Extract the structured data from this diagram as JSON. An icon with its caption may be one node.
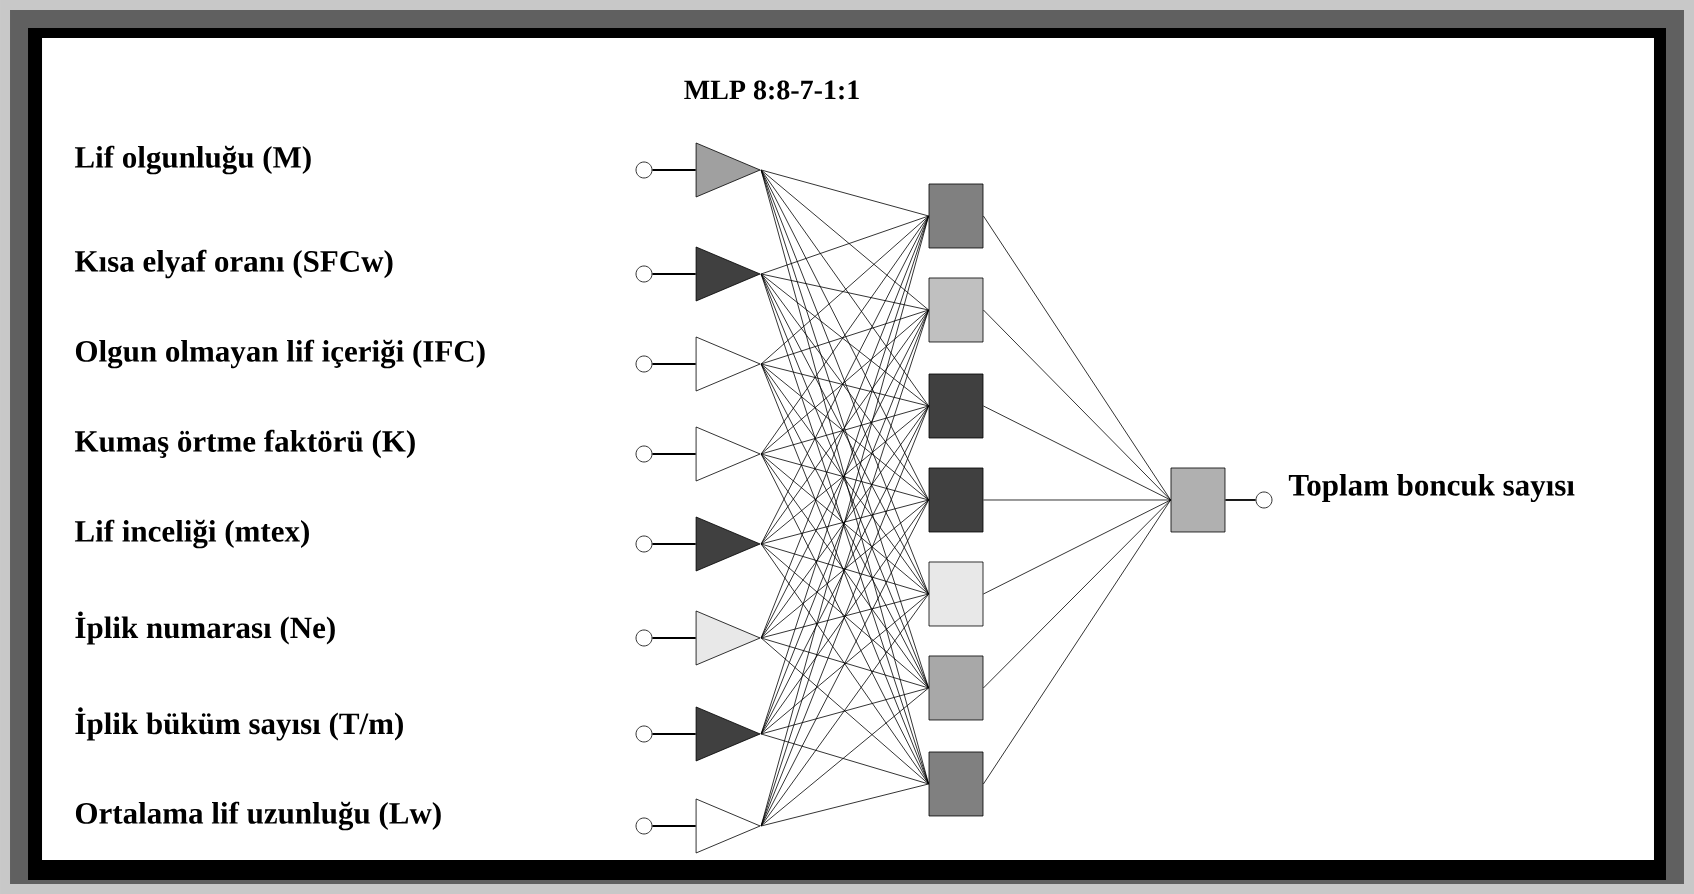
{
  "diagram": {
    "title": "MLP 8:8-7-1:1",
    "nodes": [
      {
        "text": [],
        "shape": "circle"
      },
      {
        "text": [],
        "shape": "circle"
      },
      {
        "text": [],
        "shape": "circle"
      },
      {
        "text": [],
        "shape": "circle"
      },
      {
        "text": [],
        "shape": "circle"
      },
      {
        "text": [],
        "shape": "circle"
      },
      {
        "text": [],
        "shape": "circle"
      },
      {
        "text": [],
        "shape": "circle"
      },
      {
        "text": [],
        "shape": "triangle"
      },
      {
        "text": [],
        "shape": "triangle"
      },
      {
        "text": [],
        "shape": "triangle"
      },
      {
        "text": [],
        "shape": "triangle"
      },
      {
        "text": [],
        "shape": "triangle"
      },
      {
        "text": [],
        "shape": "triangle"
      },
      {
        "text": [],
        "shape": "triangle"
      },
      {
        "text": [],
        "shape": "triangle"
      },
      {
        "text": [],
        "shape": "box"
      },
      {
        "text": [],
        "shape": "box"
      },
      {
        "text": [],
        "shape": "box"
      },
      {
        "text": [],
        "shape": "box"
      },
      {
        "text": [],
        "shape": "box"
      },
      {
        "text": [],
        "shape": "box"
      },
      {
        "text": [],
        "shape": "box"
      },
      {
        "text": [],
        "shape": "box"
      },
      {
        "text": [],
        "shape": "circle",
        "beside": [
          "Toplam boncuk sayısı"
        ]
      }
    ],
    "edges": [
      {
        "from": 0,
        "to": 8,
        "arrow": "none"
      },
      {
        "from": 1,
        "to": 9,
        "arrow": "none"
      },
      {
        "from": 2,
        "to": 10,
        "arrow": "none"
      },
      {
        "from": 3,
        "to": 11,
        "arrow": "none"
      },
      {
        "from": 4,
        "to": 12,
        "arrow": "none"
      },
      {
        "from": 5,
        "to": 13,
        "arrow": "none"
      },
      {
        "from": 6,
        "to": 14,
        "arrow": "none"
      },
      {
        "from": 7,
        "to": 15,
        "arrow": "none"
      },
      {
        "from": 8,
        "to": 16,
        "arrow": "none"
      },
      {
        "from": 8,
        "to": 17,
        "arrow": "none"
      },
      {
        "from": 8,
        "to": 18,
        "arrow": "none"
      },
      {
        "from": 8,
        "to": 19,
        "arrow": "none"
      },
      {
        "from": 8,
        "to": 20,
        "arrow": "none"
      },
      {
        "from": 8,
        "to": 21,
        "arrow": "none"
      },
      {
        "from": 8,
        "to": 22,
        "arrow": "none"
      },
      {
        "from": 9,
        "to": 16,
        "arrow": "none"
      },
      {
        "from": 9,
        "to": 17,
        "arrow": "none"
      },
      {
        "from": 9,
        "to": 18,
        "arrow": "none"
      },
      {
        "from": 9,
        "to": 19,
        "arrow": "none"
      },
      {
        "from": 9,
        "to": 20,
        "arrow": "none"
      },
      {
        "from": 9,
        "to": 21,
        "arrow": "none"
      },
      {
        "from": 9,
        "to": 22,
        "arrow": "none"
      },
      {
        "from": 10,
        "to": 16,
        "arrow": "none"
      },
      {
        "from": 10,
        "to": 17,
        "arrow": "none"
      },
      {
        "from": 10,
        "to": 18,
        "arrow": "none"
      },
      {
        "from": 10,
        "to": 19,
        "arrow": "none"
      },
      {
        "from": 10,
        "to": 20,
        "arrow": "none"
      },
      {
        "from": 10,
        "to": 21,
        "arrow": "none"
      },
      {
        "from": 10,
        "to": 22,
        "arrow": "none"
      },
      {
        "from": 11,
        "to": 16,
        "arrow": "none"
      },
      {
        "from": 11,
        "to": 17,
        "arrow": "none"
      },
      {
        "from": 11,
        "to": 18,
        "arrow": "none"
      },
      {
        "from": 11,
        "to": 19,
        "arrow": "none"
      },
      {
        "from": 11,
        "to": 20,
        "arrow": "none"
      },
      {
        "from": 11,
        "to": 21,
        "arrow": "none"
      },
      {
        "from": 11,
        "to": 22,
        "arrow": "none"
      },
      {
        "from": 12,
        "to": 16,
        "arrow": "none"
      },
      {
        "from": 12,
        "to": 17,
        "arrow": "none"
      },
      {
        "from": 12,
        "to": 18,
        "arrow": "none"
      },
      {
        "from": 12,
        "to": 19,
        "arrow": "none"
      },
      {
        "from": 12,
        "to": 20,
        "arrow": "none"
      },
      {
        "from": 12,
        "to": 21,
        "arrow": "none"
      },
      {
        "from": 12,
        "to": 22,
        "arrow": "none"
      },
      {
        "from": 13,
        "to": 16,
        "arrow": "none"
      },
      {
        "from": 13,
        "to": 17,
        "arrow": "none"
      },
      {
        "from": 13,
        "to": 18,
        "arrow": "none"
      },
      {
        "from": 13,
        "to": 19,
        "arrow": "none"
      },
      {
        "from": 13,
        "to": 20,
        "arrow": "none"
      },
      {
        "from": 13,
        "to": 21,
        "arrow": "none"
      },
      {
        "from": 13,
        "to": 22,
        "arrow": "none"
      },
      {
        "from": 14,
        "to": 16,
        "arrow": "none"
      },
      {
        "from": 14,
        "to": 17,
        "arrow": "none"
      },
      {
        "from": 14,
        "to": 18,
        "arrow": "none"
      },
      {
        "from": 14,
        "to": 19,
        "arrow": "none"
      },
      {
        "from": 14,
        "to": 20,
        "arrow": "none"
      },
      {
        "from": 14,
        "to": 21,
        "arrow": "none"
      },
      {
        "from": 14,
        "to": 22,
        "arrow": "none"
      },
      {
        "from": 15,
        "to": 16,
        "arrow": "none"
      },
      {
        "from": 15,
        "to": 17,
        "arrow": "none"
      },
      {
        "from": 15,
        "to": 18,
        "arrow": "none"
      },
      {
        "from": 15,
        "to": 19,
        "arrow": "none"
      },
      {
        "from": 15,
        "to": 20,
        "arrow": "none"
      },
      {
        "from": 15,
        "to": 21,
        "arrow": "none"
      },
      {
        "from": 15,
        "to": 22,
        "arrow": "none"
      },
      {
        "from": 16,
        "to": 23,
        "arrow": "none"
      },
      {
        "from": 17,
        "to": 23,
        "arrow": "none"
      },
      {
        "from": 18,
        "to": 23,
        "arrow": "none"
      },
      {
        "from": 19,
        "to": 23,
        "arrow": "none"
      },
      {
        "from": 20,
        "to": 23,
        "arrow": "none"
      },
      {
        "from": 21,
        "to": 23,
        "arrow": "none"
      },
      {
        "from": 22,
        "to": 23,
        "arrow": "none"
      },
      {
        "from": 23,
        "to": 24,
        "arrow": "none"
      }
    ],
    "labels": [
      "Lif olgunluğu (M)",
      "Kısa elyaf oranı (SFCw)",
      "Olgun olmayan lif içeriği (IFC)",
      "Kumaş örtme faktörü (K)",
      "Lif inceliği (mtex)",
      "İplik numarası (Ne)",
      "İplik büküm sayısı (T/m)",
      "Ortalama lif uzunluğu (Lw)"
    ]
  }
}
